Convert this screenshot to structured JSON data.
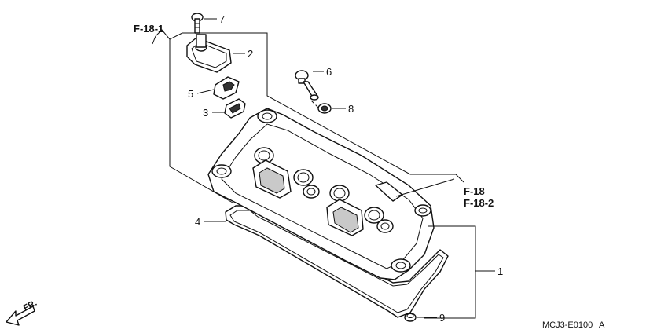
{
  "references": {
    "f18_1": "F-18-1",
    "f18": "F-18",
    "f18_2": "F-18-2"
  },
  "callouts": {
    "c1": "1",
    "c2": "2",
    "c3": "3",
    "c4": "4",
    "c5": "5",
    "c6": "6",
    "c7": "7",
    "c8": "8",
    "c9": "9"
  },
  "direction_label": "FR.",
  "diagram_code": "MCJ3-E0100",
  "diagram_suffix": "A"
}
